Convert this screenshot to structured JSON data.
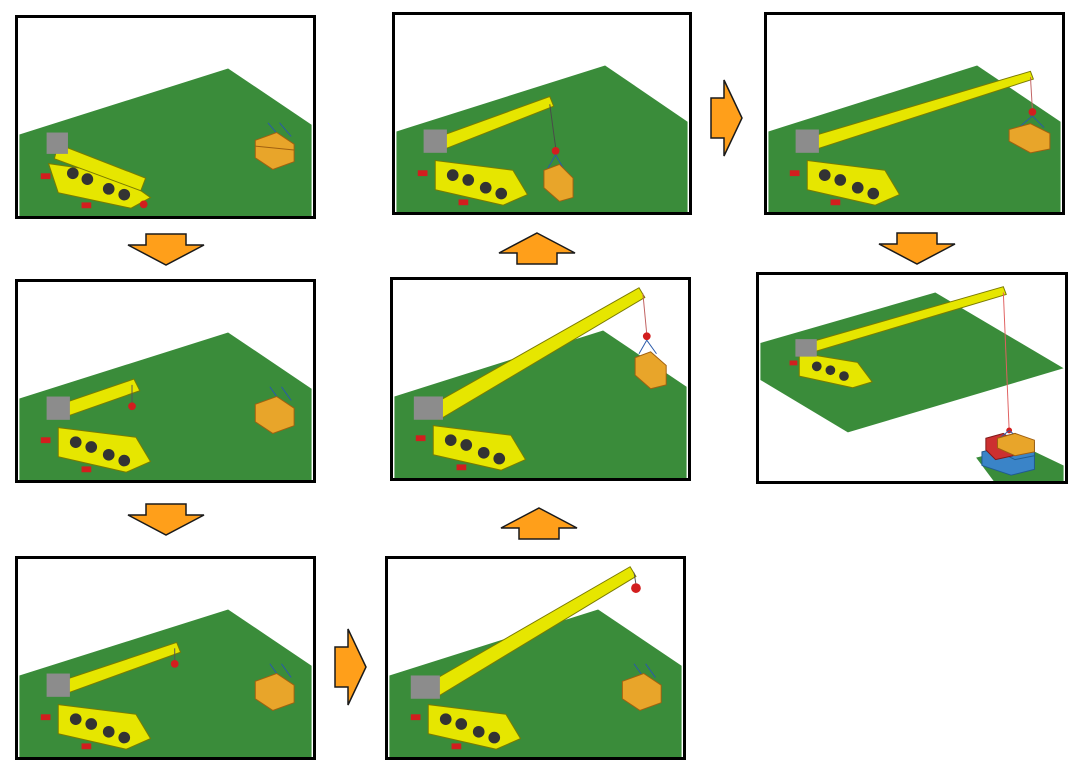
{
  "colors": {
    "ground": "#3a8c3a",
    "crane_body": "#e6e600",
    "crane_shadow": "#b0b000",
    "cab_gray": "#8c8c8c",
    "hook_red": "#d21e1e",
    "load_orange": "#e8a52a",
    "arrow_fill": "#ff9f1a",
    "arrow_stroke": "#1a1a1a"
  },
  "sequence": [
    {
      "step": 1,
      "state": "crane-parked-boom-stowed"
    },
    {
      "step": 2,
      "state": "boom-raised-slightly"
    },
    {
      "step": 3,
      "state": "boom-extended-low"
    },
    {
      "step": 4,
      "state": "boom-raised-steep"
    },
    {
      "step": 5,
      "state": "load-lifted"
    },
    {
      "step": 6,
      "state": "load-swung"
    },
    {
      "step": 7,
      "state": "boom-fully-extended-horizontal"
    },
    {
      "step": 8,
      "state": "load-placed-on-stack"
    }
  ],
  "arrow_icon": "block-arrow-icon"
}
